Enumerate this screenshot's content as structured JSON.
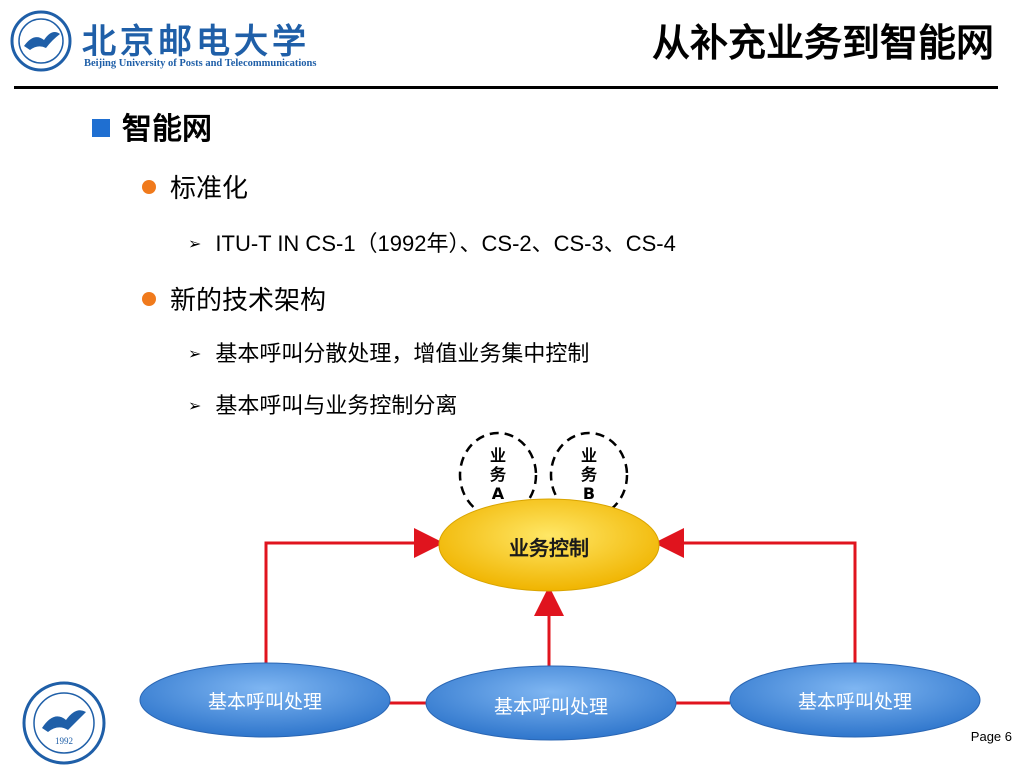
{
  "header": {
    "logo_cn": "北京邮电大学",
    "logo_en": "Beijing University of Posts and Telecommunications",
    "title": "从补充业务到智能网"
  },
  "outline": {
    "h1": "智能网",
    "s1": {
      "label": "标准化",
      "items": [
        "ITU-T IN CS-1（1992年）、CS-2、CS-3、CS-4"
      ]
    },
    "s2": {
      "label": "新的技术架构",
      "items": [
        "基本呼叫分散处理，增值业务集中控制",
        "基本呼叫与业务控制分离"
      ]
    }
  },
  "diagram": {
    "service_a": [
      "业",
      "务",
      "A"
    ],
    "service_b": [
      "业",
      "务",
      "B"
    ],
    "control": "业务控制",
    "call_left": "基本呼叫处理",
    "call_mid": "基本呼叫处理",
    "call_right": "基本呼叫处理",
    "colors": {
      "arrow": "#e0141e",
      "control_fill": "#f7c21a",
      "call_fill": "#4a8ee0"
    }
  },
  "footer": {
    "page": "Page 6",
    "seal_year": "1992"
  }
}
